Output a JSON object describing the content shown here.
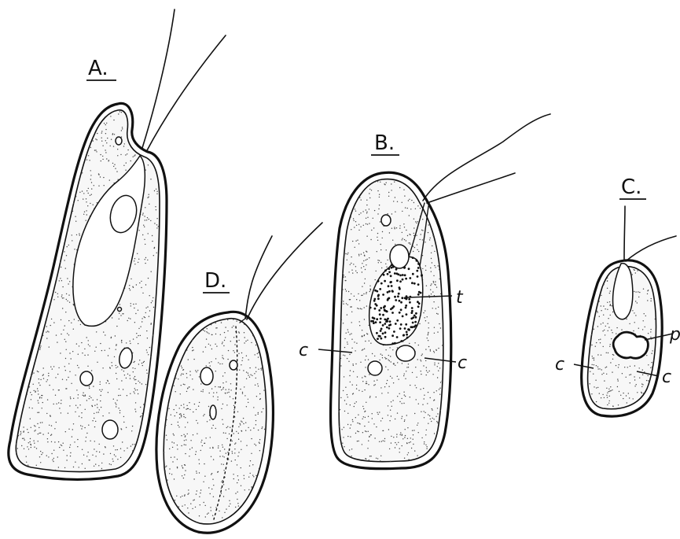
{
  "labels": {
    "cell_a": "A.",
    "cell_b": "B.",
    "cell_c": "C.",
    "cell_d": "D.",
    "b_t": "t",
    "b_c_left": "c",
    "b_c_right": "c",
    "c_p": "p",
    "c_c_left": "c",
    "c_c_right": "c"
  },
  "colors": {
    "ink": "#111111",
    "paper": "#ffffff",
    "stipple": "#444444"
  }
}
